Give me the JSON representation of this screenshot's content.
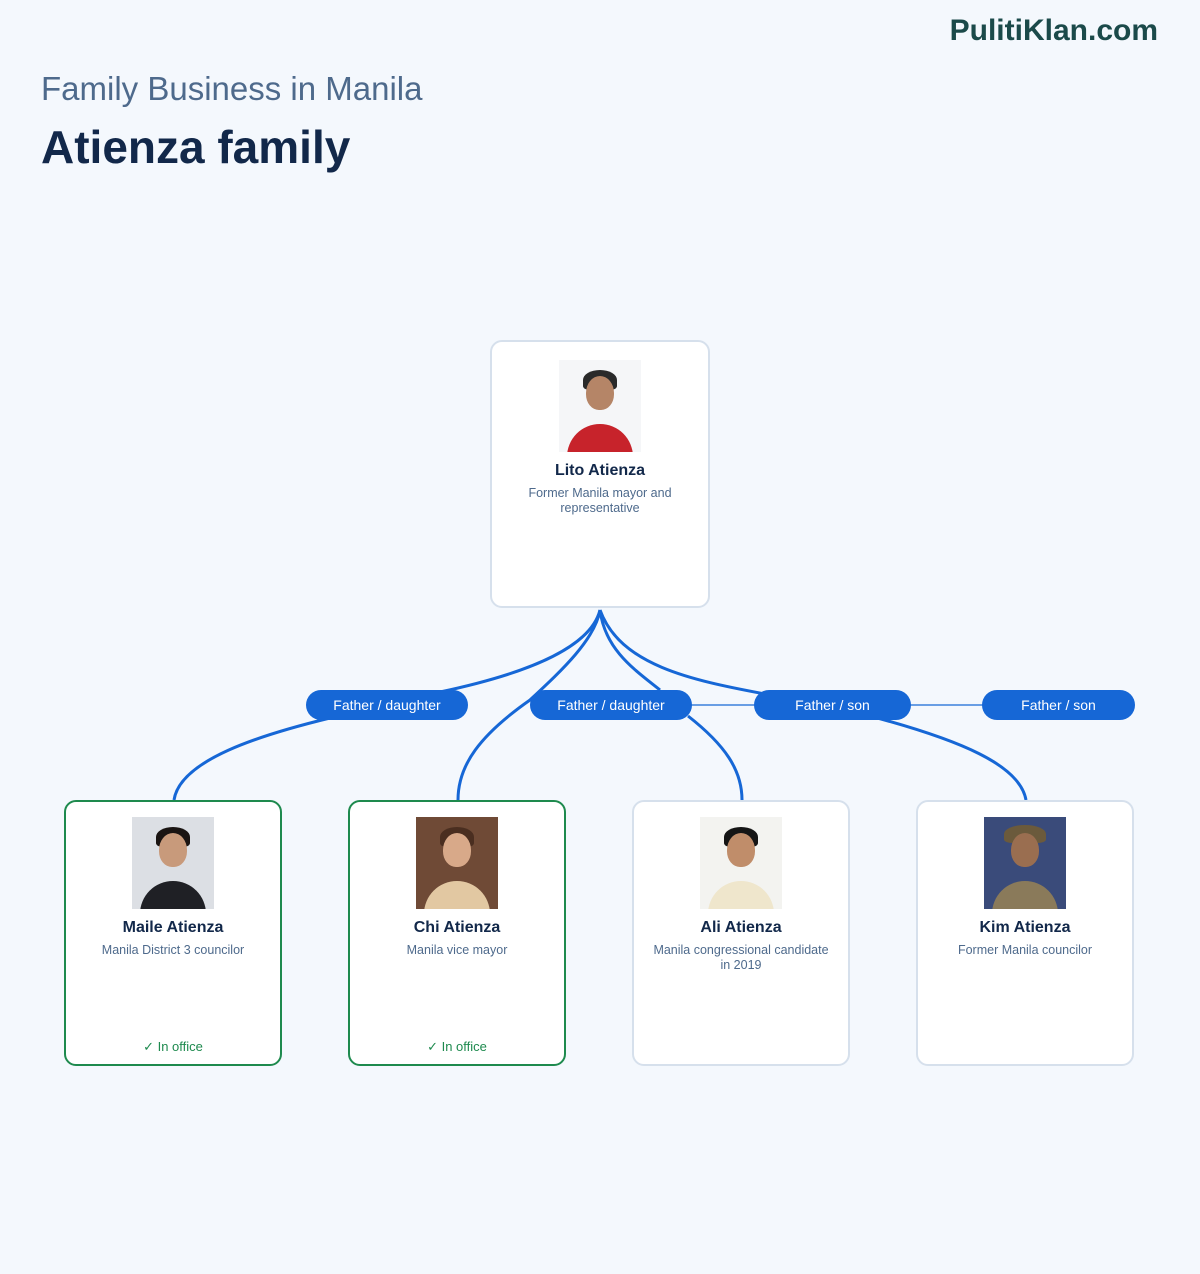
{
  "brand": "PulitiKlan.com",
  "subtitle": "Family Business in Manila",
  "title": "Atienza family",
  "colors": {
    "accent": "#1667d6",
    "in_office": "#1e8a4e",
    "card_border": "#d6e0ec"
  },
  "root": {
    "name": "Lito Atienza",
    "role": "Former Manila mayor and representative"
  },
  "members": [
    {
      "name": "Maile Atienza",
      "role": "Manila District 3 councilor",
      "status": "✓ In office"
    },
    {
      "name": "Chi Atienza",
      "role": "Manila vice mayor",
      "status": "✓ In office"
    },
    {
      "name": "Ali Atienza",
      "role": "Manila congressional candidate in 2019",
      "status": ""
    },
    {
      "name": "Kim Atienza",
      "role": "Former Manila councilor",
      "status": ""
    }
  ],
  "relations": [
    "Father / daughter",
    "Father / daughter",
    "Father / son",
    "Father / son"
  ]
}
